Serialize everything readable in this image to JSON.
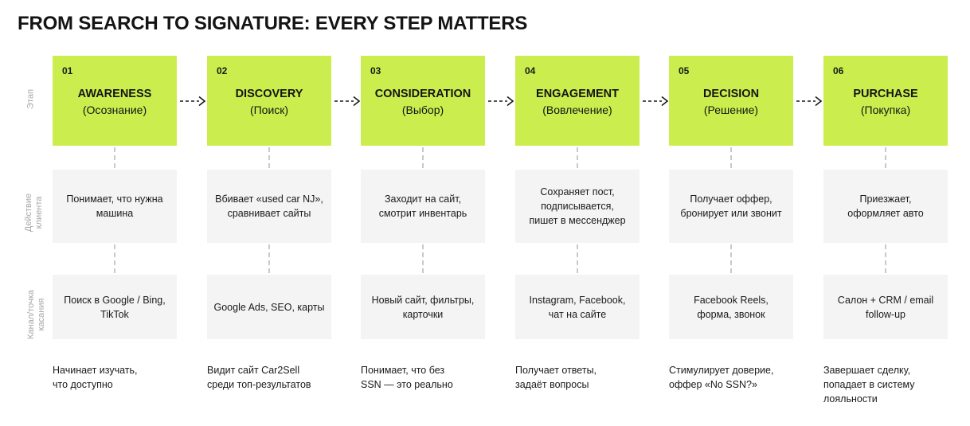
{
  "title": "FROM SEARCH TO SIGNATURE: EVERY STEP MATTERS",
  "theme": {
    "accent_green": "#cbee4e",
    "box_gray": "#f4f4f4",
    "row_label_gray": "#a8a8a8",
    "connector_gray": "#c9c9c9",
    "text_dark": "#1a1a1a",
    "background": "#ffffff"
  },
  "row_labels": {
    "stage": "Этап",
    "action": "Действие\nклиента",
    "channel": "Канал/точка\nкасания"
  },
  "columns": [
    {
      "number": "01",
      "stage_name": "AWARENESS",
      "stage_sub": "(Осознание)",
      "action": "Понимает, что нужна\nмашина",
      "channel": "Поиск в Google / Bing,\nTikTok",
      "outcome": "Начинает изучать,\nчто доступно"
    },
    {
      "number": "02",
      "stage_name": "DISCOVERY",
      "stage_sub": "(Поиск)",
      "action": "Вбивает «used car NJ»,\nсравнивает сайты",
      "channel": "Google Ads, SEO, карты",
      "outcome": "Видит сайт Car2Sell\nсреди топ-результатов"
    },
    {
      "number": "03",
      "stage_name": "CONSIDERATION",
      "stage_sub": "(Выбор)",
      "action": "Заходит на сайт,\nсмотрит инвентарь",
      "channel": "Новый сайт, фильтры,\nкарточки",
      "outcome": "Понимает, что без\nSSN — это реально"
    },
    {
      "number": "04",
      "stage_name": "ENGAGEMENT",
      "stage_sub": "(Вовлечение)",
      "action": "Сохраняет пост,\nподписывается,\nпишет в мессенджер",
      "channel": "Instagram, Facebook,\nчат на сайте",
      "outcome": "Получает ответы,\nзадаёт вопросы"
    },
    {
      "number": "05",
      "stage_name": "DECISION",
      "stage_sub": "(Решение)",
      "action": "Получает оффер,\nбронирует или звонит",
      "channel": "Facebook Reels,\nформа, звонок",
      "outcome": "Стимулирует доверие,\nоффер «No SSN?»"
    },
    {
      "number": "06",
      "stage_name": "PURCHASE",
      "stage_sub": "(Покупка)",
      "action": "Приезжает,\nоформляет авто",
      "channel": "Салон + CRM / email\nfollow-up",
      "outcome": "Завершает сделку,\nпопадает в систему\nлояльности"
    }
  ],
  "connectors": {
    "arrow_icon": "dashed-arrow-right-icon",
    "vertical_icon": "dashed-vertical-line-icon"
  }
}
